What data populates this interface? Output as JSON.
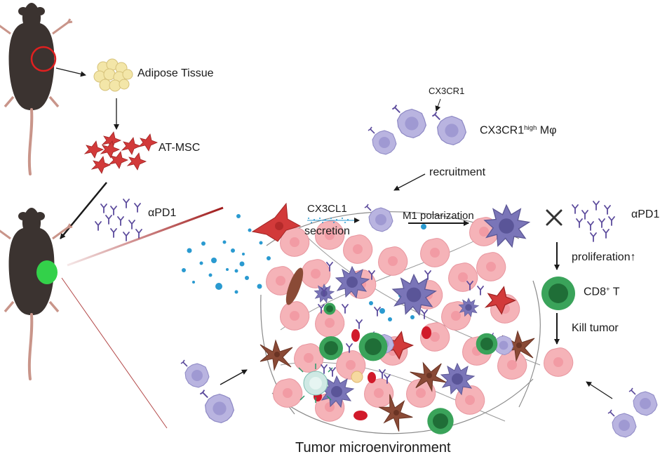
{
  "labels": {
    "adipose_tissue": "Adipose Tissue",
    "at_msc": "AT-MSC",
    "apd1_left": "αPD1",
    "cx3cr1": "CX3CR1",
    "cx3cr1_high_base": "CX3CR1",
    "cx3cr1_high_sup": "high",
    "mphi": "Mφ",
    "recruitment": "recruitment",
    "cx3cl1": "CX3CL1",
    "secretion": "secretion",
    "m1_polarization": "M1 polarization",
    "apd1_right": "αPD1",
    "proliferation": "proliferation↑",
    "cd8_base": "CD8",
    "cd8_sup": "+",
    "cd8_t": " T",
    "kill_tumor": "Kill tumor",
    "tumor_microenvironment": "Tumor microenvironment"
  },
  "colors": {
    "mouse_body": "#3b3330",
    "mouse_tail": "#c9958a",
    "highlight_circle": "#e02020",
    "adipocyte": "#f3e6a8",
    "msc": "#d23a3a",
    "macrophage": "#b9b4e0",
    "m1_macrophage": "#7a75b8",
    "tumor_cell": "#f5b3b8",
    "cd8_t_cell": "#3aa35a",
    "fibroblast": "#8a4a36",
    "chemokine_dot": "#2a9ad0",
    "antibody": "#5b4a9c",
    "tumor_green": "#33d14a",
    "link_line": "#a01a1a"
  }
}
